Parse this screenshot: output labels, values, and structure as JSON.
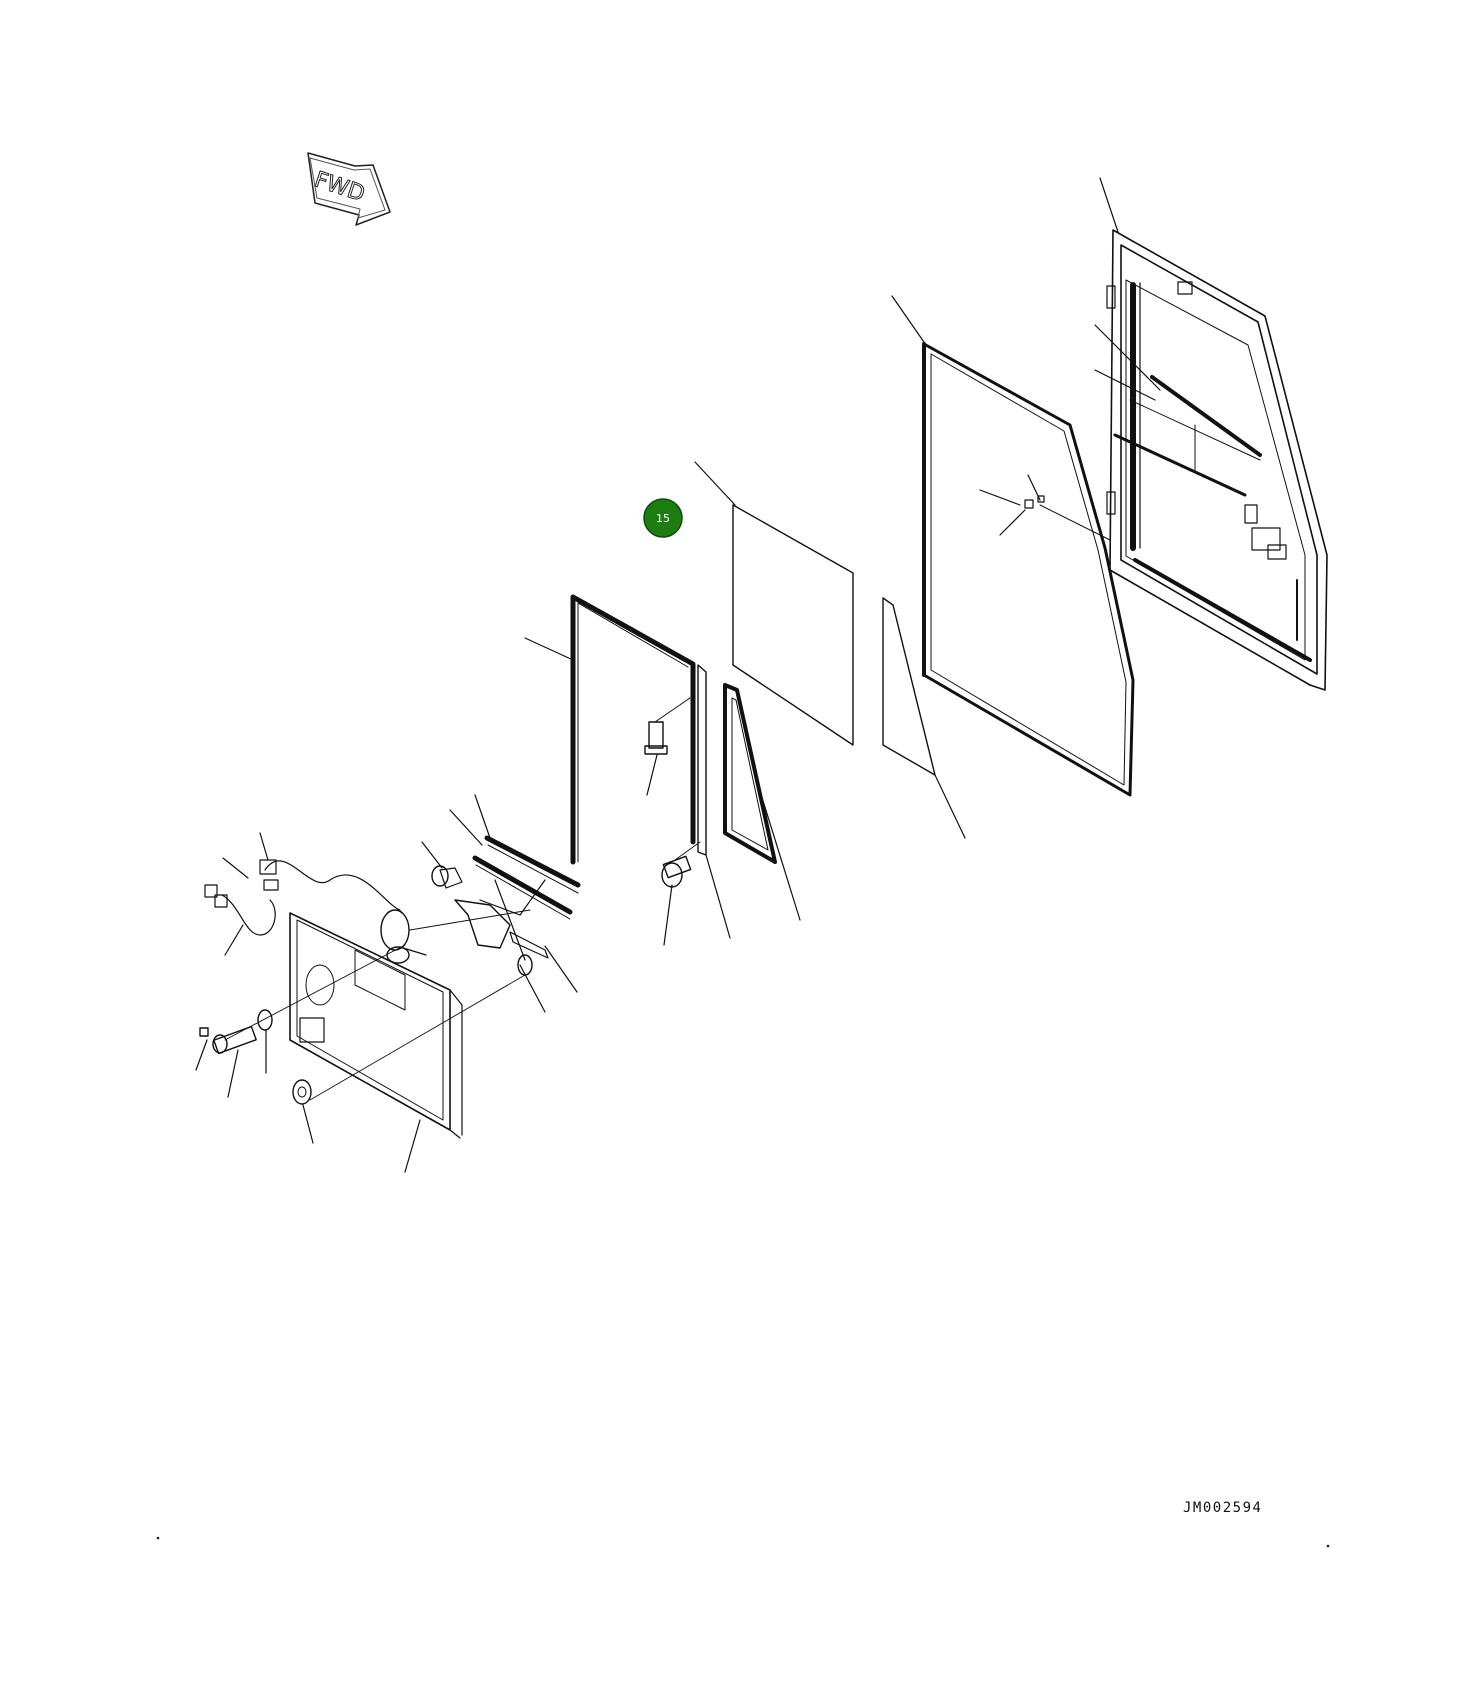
{
  "diagram": {
    "direction_arrow_label": "FWD",
    "reference_code": "JM002594",
    "highlight_callout": {
      "label": "15",
      "color": "#1e7d12"
    }
  }
}
